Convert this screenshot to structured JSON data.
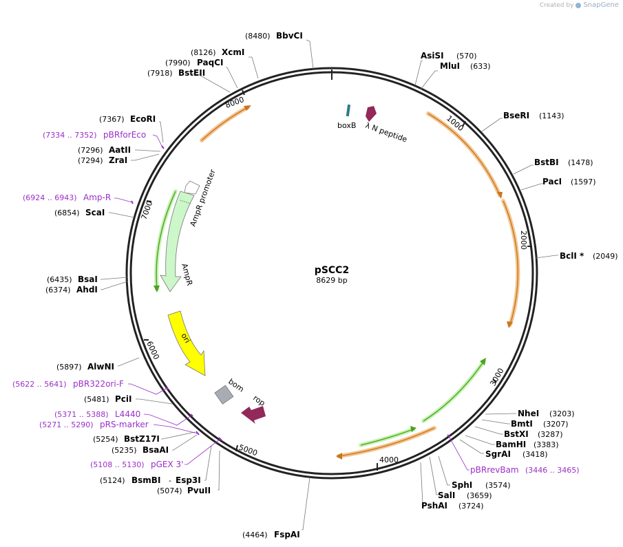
{
  "credit": {
    "prefix": "Created by",
    "brand": "SnapGene"
  },
  "plasmid": {
    "name": "pSCC2",
    "length_label": "8629 bp",
    "length": 8629
  },
  "ticks": [
    {
      "pos": 1000,
      "label": "1000"
    },
    {
      "pos": 2000,
      "label": "2000"
    },
    {
      "pos": 3000,
      "label": "3000"
    },
    {
      "pos": 4000,
      "label": "4000"
    },
    {
      "pos": 5000,
      "label": "5000"
    },
    {
      "pos": 6000,
      "label": "6000"
    },
    {
      "pos": 7000,
      "label": "7000"
    },
    {
      "pos": 8000,
      "label": "8000"
    }
  ],
  "sites": [
    {
      "name": "BbvCI",
      "pos": "(8480)"
    },
    {
      "name": "AsiSI",
      "pos": "(570)"
    },
    {
      "name": "MluI",
      "pos": "(633)"
    },
    {
      "name": "XcmI",
      "pos": "(8126)"
    },
    {
      "name": "PaqCI",
      "pos": "(7990)"
    },
    {
      "name": "BstEII",
      "pos": "(7918)"
    },
    {
      "name": "BseRI",
      "pos": "(1143)"
    },
    {
      "name": "EcoRI",
      "pos": "(7367)"
    },
    {
      "name": "AatII",
      "pos": "(7296)"
    },
    {
      "name": "ZraI",
      "pos": "(7294)"
    },
    {
      "name": "BstBI",
      "pos": "(1478)"
    },
    {
      "name": "PacI",
      "pos": "(1597)"
    },
    {
      "name": "ScaI",
      "pos": "(6854)"
    },
    {
      "name": "BclI *",
      "pos": "(2049)"
    },
    {
      "name": "BsaI",
      "pos": "(6435)"
    },
    {
      "name": "AhdI",
      "pos": "(6374)"
    },
    {
      "name": "AlwNI",
      "pos": "(5897)"
    },
    {
      "name": "PciI",
      "pos": "(5481)"
    },
    {
      "name": "NheI",
      "pos": "(3203)"
    },
    {
      "name": "BmtI",
      "pos": "(3207)"
    },
    {
      "name": "BstXI",
      "pos": "(3287)"
    },
    {
      "name": "BamHI",
      "pos": "(3383)"
    },
    {
      "name": "SgrAI",
      "pos": "(3418)"
    },
    {
      "name": "BstZ17I",
      "pos": "(5254)"
    },
    {
      "name": "BsaAI",
      "pos": "(5235)"
    },
    {
      "name": "SphI",
      "pos": "(3574)"
    },
    {
      "name": "SalI",
      "pos": "(3659)"
    },
    {
      "name": "PshAI",
      "pos": "(3724)"
    },
    {
      "name": "BsmBI",
      "pos": "(5124)"
    },
    {
      "name": "Esp3I",
      "pos": ""
    },
    {
      "name": "PvuII",
      "pos": "(5074)"
    },
    {
      "name": "FspAI",
      "pos": "(4464)"
    }
  ],
  "primers": [
    {
      "name": "pBRforEco",
      "pos": "(7334 .. 7352)"
    },
    {
      "name": "Amp-R",
      "pos": "(6924 .. 6943)"
    },
    {
      "name": "pBR322ori-F",
      "pos": "(5622 .. 5641)"
    },
    {
      "name": "L4440",
      "pos": "(5371 .. 5388)"
    },
    {
      "name": "pRS-marker",
      "pos": "(5271 .. 5290)"
    },
    {
      "name": "pGEX 3'",
      "pos": "(5108 .. 5130)"
    },
    {
      "name": "pBRrevBam",
      "pos": "(3446 .. 3465)"
    }
  ],
  "features": [
    {
      "name": "boxB"
    },
    {
      "name": "λ N peptide"
    },
    {
      "name": "AmpR promoter"
    },
    {
      "name": "AmpR"
    },
    {
      "name": "ori"
    },
    {
      "name": "bom"
    },
    {
      "name": "rop"
    }
  ],
  "colors": {
    "backbone": "#222222",
    "orange_arc": "#f4c590",
    "orange_core": "#c7761e",
    "green_arc": "#c6f2b4",
    "green_core": "#4aa31c",
    "ampr_fill": "#ccf7c9",
    "ori_fill": "#ffff00",
    "bom_fill": "#a8adb4",
    "rop_fill": "#92295a",
    "lambda_fill": "#92295a",
    "boxb_fill": "#2b7a8c",
    "primer": "#9a2ec8"
  }
}
